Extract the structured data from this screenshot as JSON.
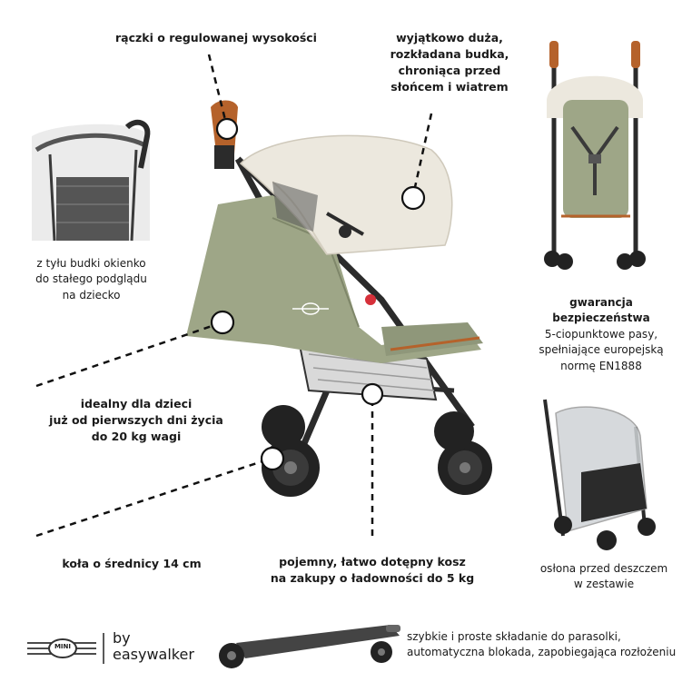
{
  "callouts": {
    "handles": "rączki o regulowanej wysokości",
    "canopy": [
      "wyjątkowo duża,",
      "rozkładana budka,",
      "chroniąca przed",
      "słońcem i wiatrem"
    ],
    "rear_window": [
      "z tyłu budki okienko",
      "do stałego podglądu",
      "na dziecko"
    ],
    "harness": {
      "title": "gwarancja bezpieczeństwa",
      "lines": [
        "5-ciopunktowe pasy,",
        "spełniające europejską",
        "normę EN1888"
      ]
    },
    "age": [
      "idealny dla dzieci",
      "już od pierwszych dni życia",
      "do 20 kg wagi"
    ],
    "wheels": "koła o średnicy 14 cm",
    "basket": [
      "pojemny, łatwo dotępny kosz",
      "na zakupy o ładowności do 5 kg"
    ],
    "rain_cover": [
      "osłona przed deszczem",
      "w zestawie"
    ],
    "folding": [
      "szybkie i proste składanie do parasolki,",
      "automatyczna blokada, zapobiegająca rozłożeniu"
    ]
  },
  "brand": {
    "logo_text": "MINI",
    "by": "by",
    "company": "easywalker"
  },
  "colors": {
    "fabric_green": "#9ea687",
    "canopy_cream": "#ece8de",
    "frame_dark": "#2b2b2b",
    "leather_brown": "#b5622b"
  }
}
